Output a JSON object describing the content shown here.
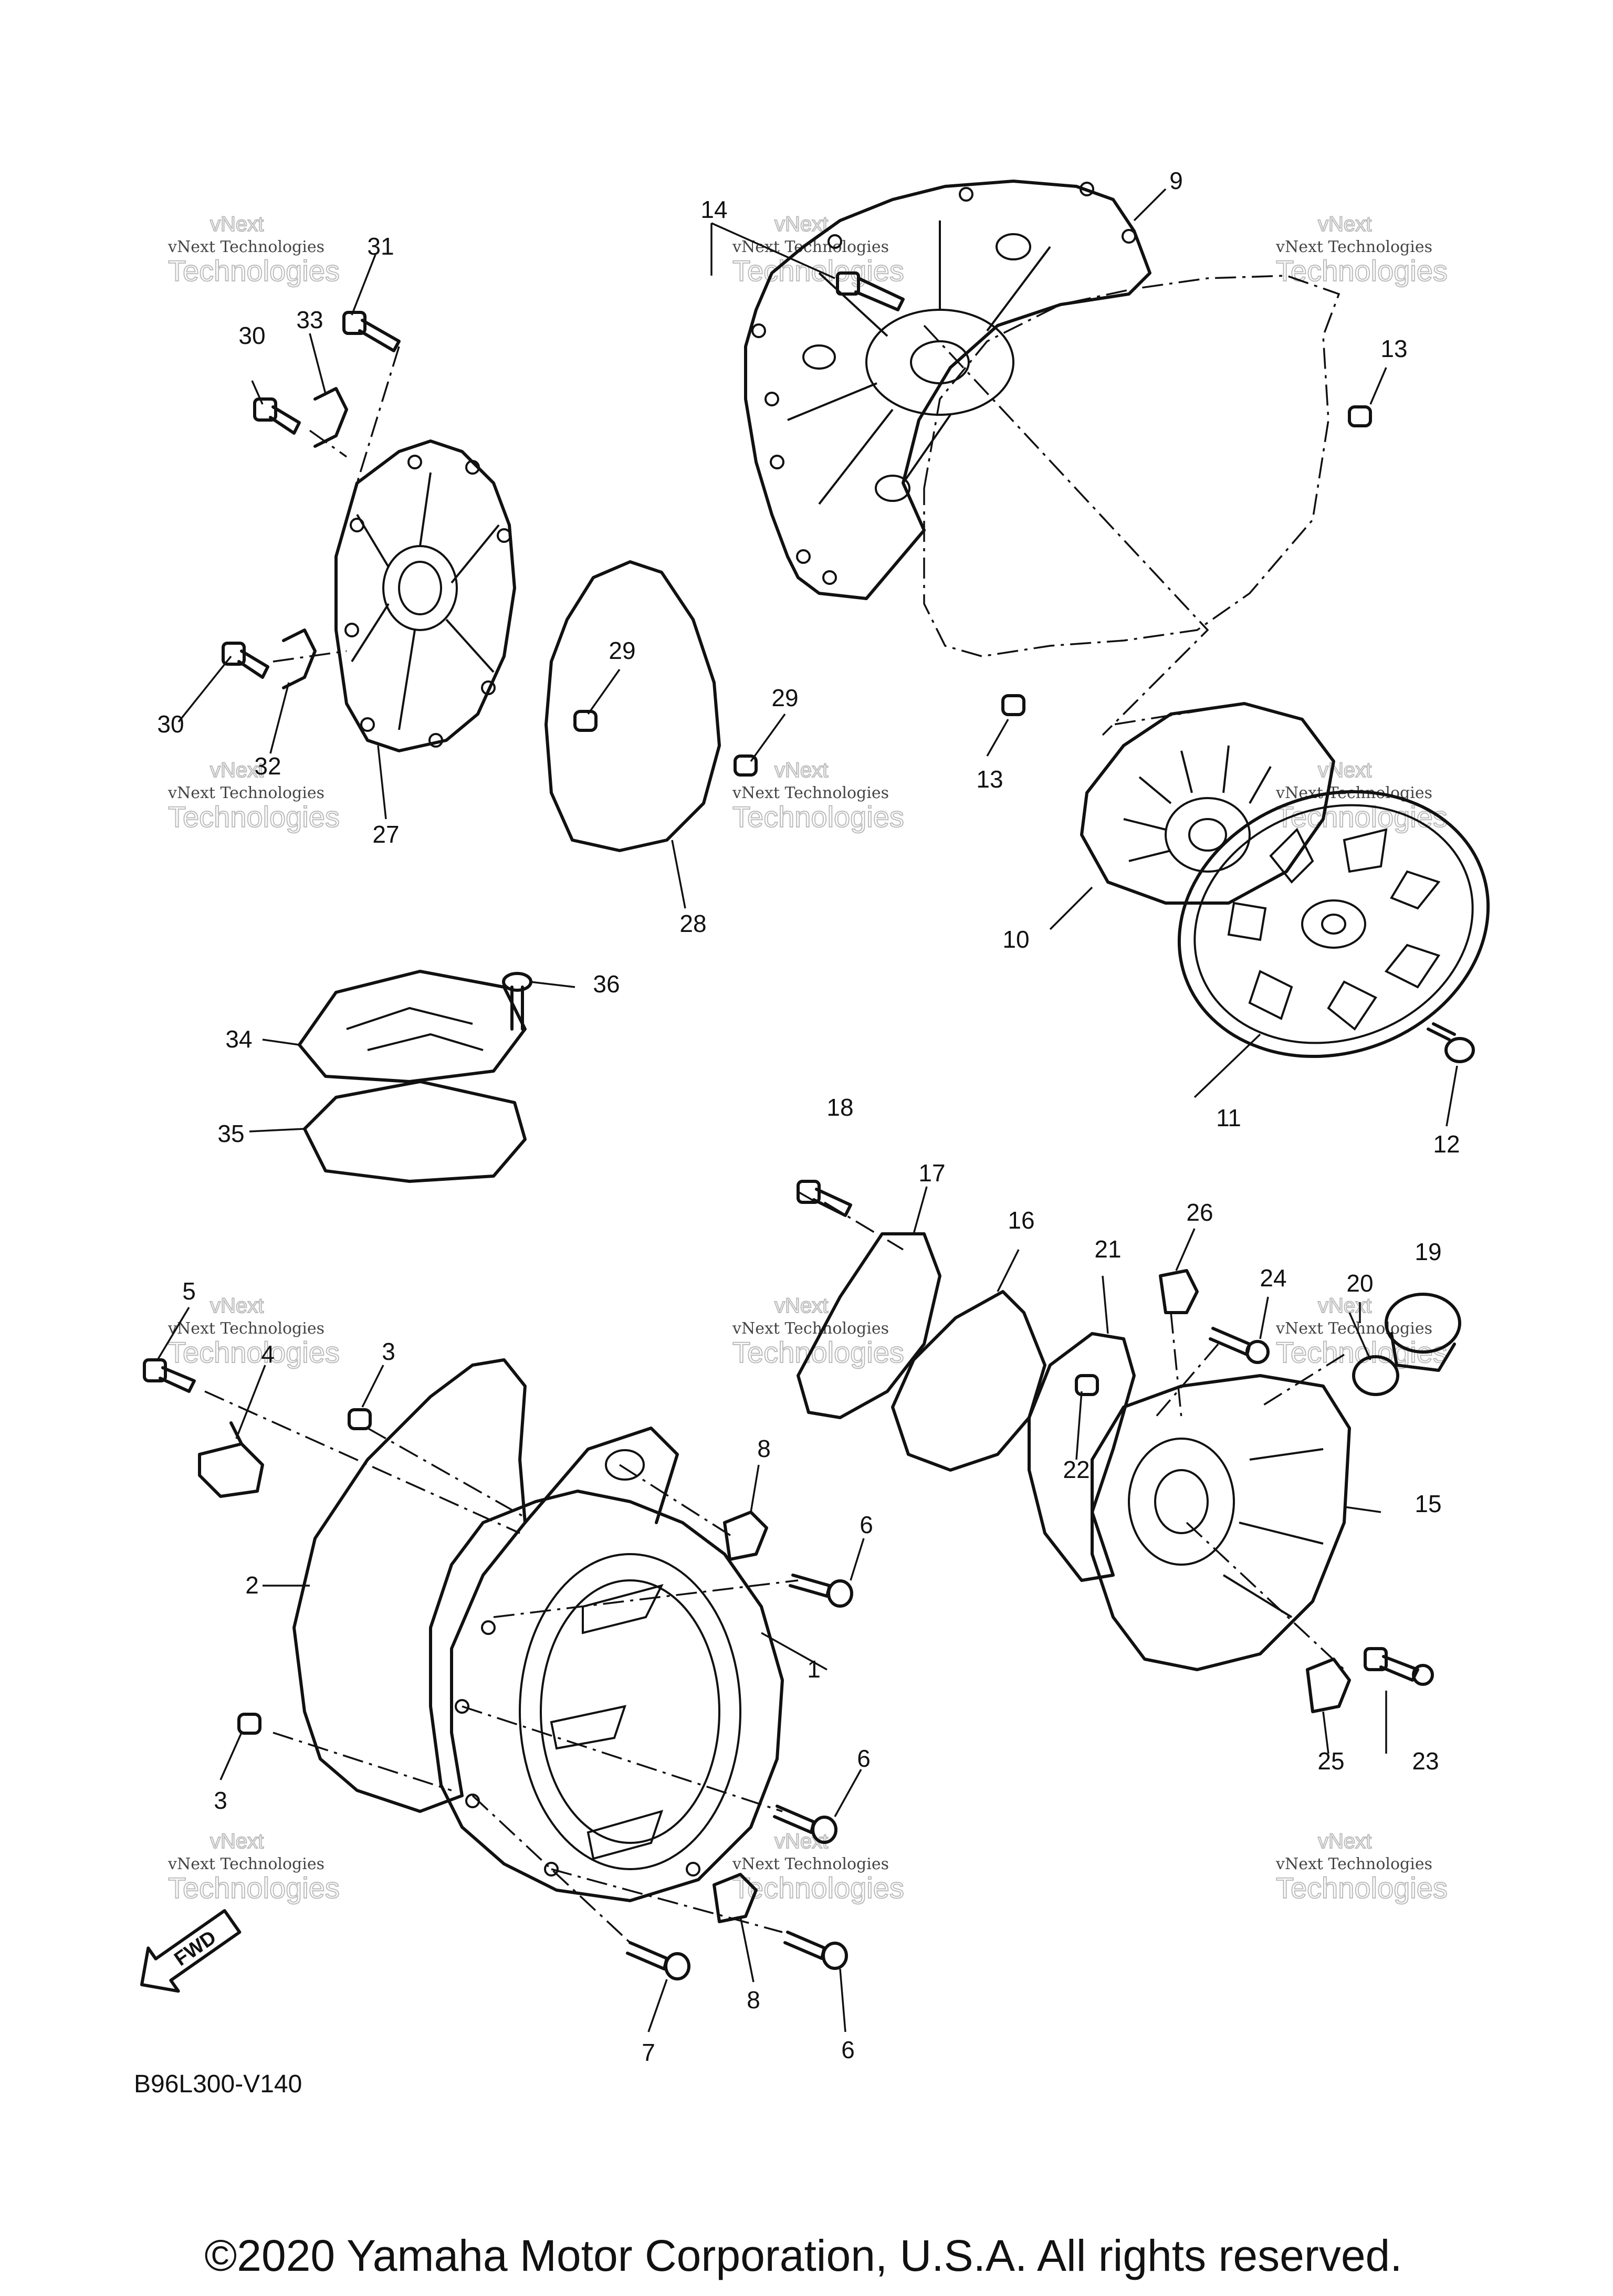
{
  "diagram": {
    "code": "B96L300-V140",
    "copyright": "©2020 Yamaha Motor Corporation, U.S.A. All rights reserved.",
    "fwd_label": "FWD",
    "watermark": {
      "brand": "vNext",
      "line1": "vNext Technologies",
      "line2": "Technologies"
    },
    "callouts": [
      {
        "id": "c1",
        "label": "1"
      },
      {
        "id": "c2",
        "label": "2"
      },
      {
        "id": "c3a",
        "label": "3"
      },
      {
        "id": "c3b",
        "label": "3"
      },
      {
        "id": "c4",
        "label": "4"
      },
      {
        "id": "c5",
        "label": "5"
      },
      {
        "id": "c6a",
        "label": "6"
      },
      {
        "id": "c6b",
        "label": "6"
      },
      {
        "id": "c6c",
        "label": "6"
      },
      {
        "id": "c7",
        "label": "7"
      },
      {
        "id": "c8a",
        "label": "8"
      },
      {
        "id": "c8b",
        "label": "8"
      },
      {
        "id": "c9",
        "label": "9"
      },
      {
        "id": "c10",
        "label": "10"
      },
      {
        "id": "c11",
        "label": "11"
      },
      {
        "id": "c12",
        "label": "12"
      },
      {
        "id": "c13a",
        "label": "13"
      },
      {
        "id": "c13b",
        "label": "13"
      },
      {
        "id": "c14",
        "label": "14"
      },
      {
        "id": "c15",
        "label": "15"
      },
      {
        "id": "c16",
        "label": "16"
      },
      {
        "id": "c17",
        "label": "17"
      },
      {
        "id": "c18",
        "label": "18"
      },
      {
        "id": "c19",
        "label": "19"
      },
      {
        "id": "c20",
        "label": "20"
      },
      {
        "id": "c21",
        "label": "21"
      },
      {
        "id": "c22",
        "label": "22"
      },
      {
        "id": "c23",
        "label": "23"
      },
      {
        "id": "c24",
        "label": "24"
      },
      {
        "id": "c25",
        "label": "25"
      },
      {
        "id": "c26",
        "label": "26"
      },
      {
        "id": "c27",
        "label": "27"
      },
      {
        "id": "c28",
        "label": "28"
      },
      {
        "id": "c29a",
        "label": "29"
      },
      {
        "id": "c29b",
        "label": "29"
      },
      {
        "id": "c30a",
        "label": "30"
      },
      {
        "id": "c30b",
        "label": "30"
      },
      {
        "id": "c31",
        "label": "31"
      },
      {
        "id": "c32",
        "label": "32"
      },
      {
        "id": "c33",
        "label": "33"
      },
      {
        "id": "c34",
        "label": "34"
      },
      {
        "id": "c35",
        "label": "35"
      },
      {
        "id": "c36",
        "label": "36"
      }
    ]
  }
}
